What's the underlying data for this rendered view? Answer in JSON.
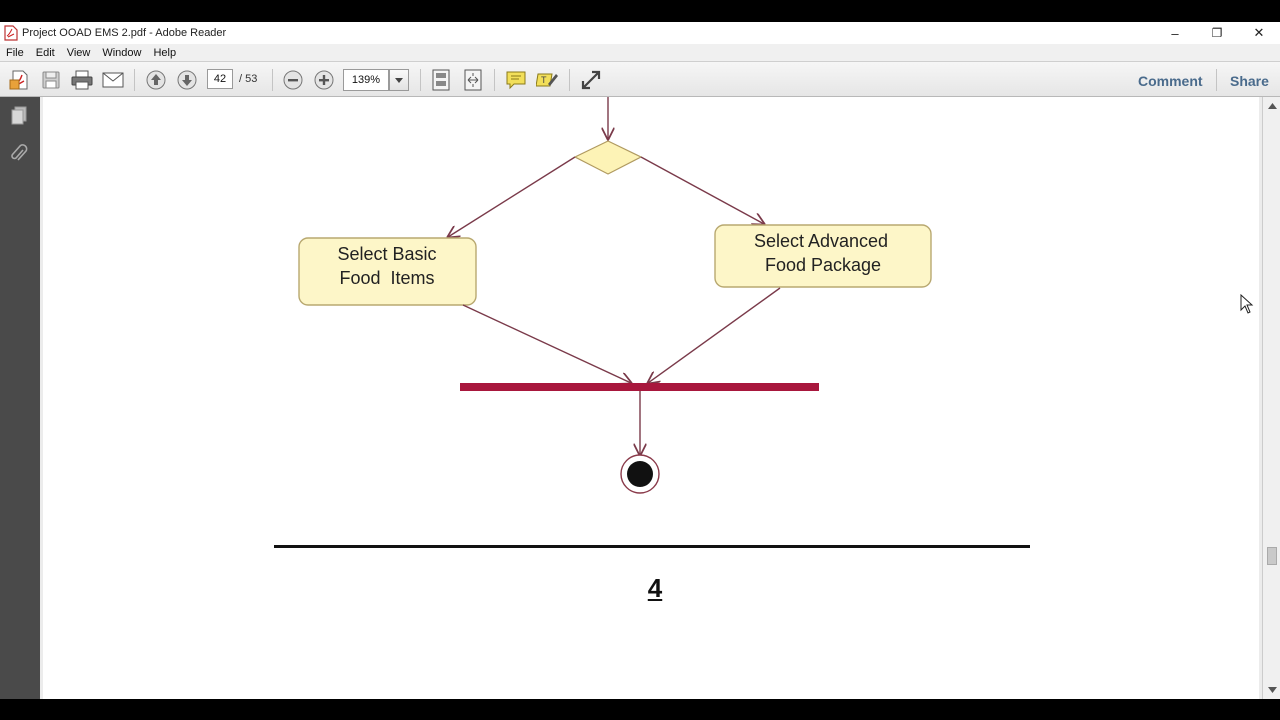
{
  "window": {
    "title": "Project OOAD EMS 2.pdf - Adobe Reader",
    "minimize_glyph": "–",
    "restore_glyph": "❐",
    "close_glyph": "✕"
  },
  "menu": {
    "items": [
      "File",
      "Edit",
      "View",
      "Window",
      "Help"
    ]
  },
  "toolbar": {
    "page_current": "42",
    "page_total": "/ 53",
    "zoom": "139%",
    "comment_label": "Comment",
    "share_label": "Share"
  },
  "icons": {
    "create": "create-pdf-icon",
    "save": "save-icon",
    "print": "print-icon",
    "email": "email-icon",
    "prev_page": "arrow-up-icon",
    "next_page": "arrow-down-icon",
    "zoom_out": "zoom-out-icon",
    "zoom_in": "zoom-in-icon",
    "fit_page": "fit-page-icon",
    "fit_width": "fit-width-icon",
    "sticky_note": "sticky-note-icon",
    "highlight": "highlight-icon",
    "expand": "expand-icon",
    "pages_panel": "pages-icon",
    "attachments": "paperclip-icon"
  },
  "document": {
    "activity_left": [
      "Select Basic",
      "Food  Items"
    ],
    "activity_right": [
      "Select Advanced",
      "Food Package"
    ],
    "page_number": "4"
  },
  "colors": {
    "activity_fill": "#fdf6c8",
    "decision_fill": "#fdf3b6",
    "join_bar": "#a8173d",
    "arrow": "#7a3a4a",
    "link_blue": "#4a6b8c"
  }
}
